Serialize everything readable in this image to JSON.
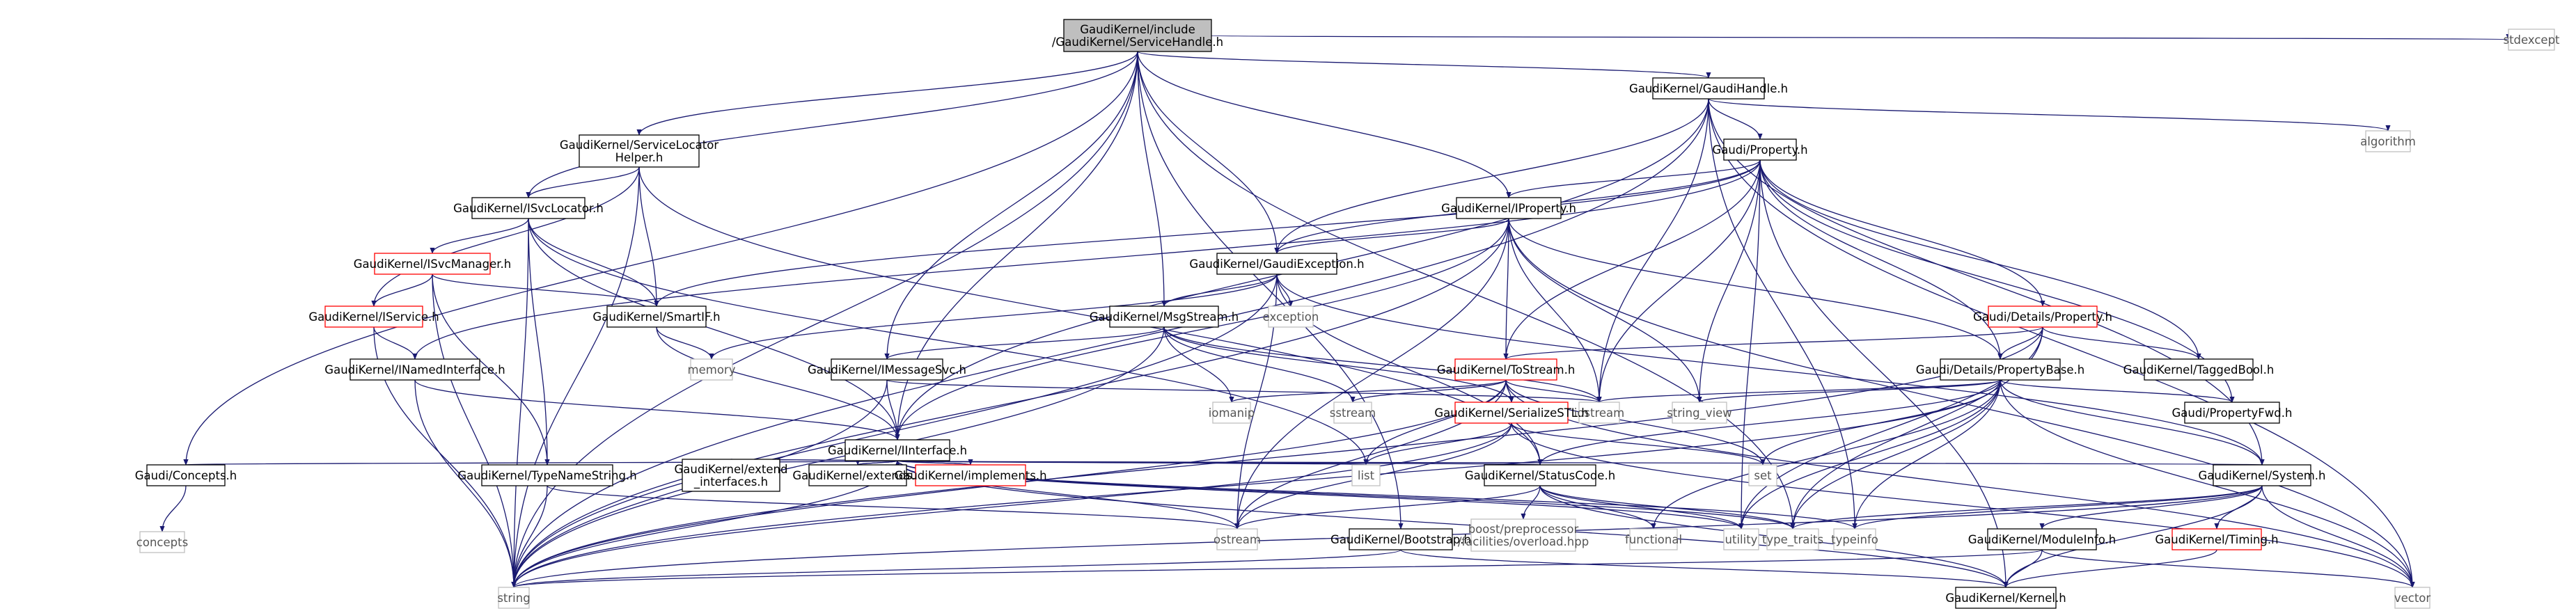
{
  "graph": {
    "nodes": [
      {
        "id": "root",
        "lines": [
          "GaudiKernel/include",
          "/GaudiKernel/ServiceHandle.h"
        ],
        "style": "root"
      },
      {
        "id": "stdexcept",
        "lines": [
          "stdexcept"
        ],
        "style": "sys"
      },
      {
        "id": "gaudihandle",
        "lines": [
          "GaudiKernel/GaudiHandle.h"
        ],
        "style": "normal"
      },
      {
        "id": "algorithm",
        "lines": [
          "algorithm"
        ],
        "style": "sys"
      },
      {
        "id": "svclocatorhelper",
        "lines": [
          "GaudiKernel/ServiceLocator",
          "Helper.h"
        ],
        "style": "normal"
      },
      {
        "id": "property",
        "lines": [
          "Gaudi/Property.h"
        ],
        "style": "normal"
      },
      {
        "id": "isvclocator",
        "lines": [
          "GaudiKernel/ISvcLocator.h"
        ],
        "style": "normal"
      },
      {
        "id": "iproperty",
        "lines": [
          "GaudiKernel/IProperty.h"
        ],
        "style": "normal"
      },
      {
        "id": "isvcmanager",
        "lines": [
          "GaudiKernel/ISvcManager.h"
        ],
        "style": "red"
      },
      {
        "id": "gaudiexception",
        "lines": [
          "GaudiKernel/GaudiException.h"
        ],
        "style": "normal"
      },
      {
        "id": "iservice",
        "lines": [
          "GaudiKernel/IService.h"
        ],
        "style": "red"
      },
      {
        "id": "smartif",
        "lines": [
          "GaudiKernel/SmartIF.h"
        ],
        "style": "normal"
      },
      {
        "id": "exception",
        "lines": [
          "exception"
        ],
        "style": "sys"
      },
      {
        "id": "msgstream",
        "lines": [
          "GaudiKernel/MsgStream.h"
        ],
        "style": "normal"
      },
      {
        "id": "detailsproperty",
        "lines": [
          "Gaudi/Details/Property.h"
        ],
        "style": "red"
      },
      {
        "id": "memory",
        "lines": [
          "memory"
        ],
        "style": "sys"
      },
      {
        "id": "tostream",
        "lines": [
          "GaudiKernel/ToStream.h"
        ],
        "style": "red"
      },
      {
        "id": "propertybase",
        "lines": [
          "Gaudi/Details/PropertyBase.h"
        ],
        "style": "normal"
      },
      {
        "id": "taggedbool",
        "lines": [
          "GaudiKernel/TaggedBool.h"
        ],
        "style": "normal"
      },
      {
        "id": "inamedinterface",
        "lines": [
          "GaudiKernel/INamedInterface.h"
        ],
        "style": "normal"
      },
      {
        "id": "imessagesvc",
        "lines": [
          "GaudiKernel/IMessageSvc.h"
        ],
        "style": "normal"
      },
      {
        "id": "iomanip",
        "lines": [
          "iomanip"
        ],
        "style": "sys"
      },
      {
        "id": "sstream",
        "lines": [
          "sstream"
        ],
        "style": "sys"
      },
      {
        "id": "iostream",
        "lines": [
          "iostream"
        ],
        "style": "sys"
      },
      {
        "id": "stringview",
        "lines": [
          "string_view"
        ],
        "style": "sys"
      },
      {
        "id": "serializestl",
        "lines": [
          "GaudiKernel/SerializeSTL.h"
        ],
        "style": "red"
      },
      {
        "id": "propertyfwd",
        "lines": [
          "Gaudi/PropertyFwd.h"
        ],
        "style": "normal"
      },
      {
        "id": "iinterface",
        "lines": [
          "GaudiKernel/IInterface.h"
        ],
        "style": "normal"
      },
      {
        "id": "concepts_h",
        "lines": [
          "Gaudi/Concepts.h"
        ],
        "style": "normal"
      },
      {
        "id": "typenamestring",
        "lines": [
          "GaudiKernel/TypeNameString.h"
        ],
        "style": "normal"
      },
      {
        "id": "extend_interfaces",
        "lines": [
          "GaudiKernel/extend",
          "_interfaces.h"
        ],
        "style": "normal"
      },
      {
        "id": "extends",
        "lines": [
          "GaudiKernel/extends.h"
        ],
        "style": "normal"
      },
      {
        "id": "implements",
        "lines": [
          "GaudiKernel/implements.h"
        ],
        "style": "red"
      },
      {
        "id": "list",
        "lines": [
          "list"
        ],
        "style": "sys"
      },
      {
        "id": "statuscode",
        "lines": [
          "GaudiKernel/StatusCode.h"
        ],
        "style": "normal"
      },
      {
        "id": "set",
        "lines": [
          "set"
        ],
        "style": "sys"
      },
      {
        "id": "system",
        "lines": [
          "GaudiKernel/System.h"
        ],
        "style": "normal"
      },
      {
        "id": "concepts",
        "lines": [
          "concepts"
        ],
        "style": "sys"
      },
      {
        "id": "bootstrap",
        "lines": [
          "GaudiKernel/Bootstrap.h"
        ],
        "style": "normal"
      },
      {
        "id": "boostpp",
        "lines": [
          "boost/preprocessor",
          "/facilities/overload.hpp"
        ],
        "style": "sys"
      },
      {
        "id": "functional",
        "lines": [
          "functional"
        ],
        "style": "sys"
      },
      {
        "id": "utility",
        "lines": [
          "utility"
        ],
        "style": "sys"
      },
      {
        "id": "typetraits",
        "lines": [
          "type_traits"
        ],
        "style": "sys"
      },
      {
        "id": "typeinfo",
        "lines": [
          "typeinfo"
        ],
        "style": "sys"
      },
      {
        "id": "moduleinfo",
        "lines": [
          "GaudiKernel/ModuleInfo.h"
        ],
        "style": "normal"
      },
      {
        "id": "timing",
        "lines": [
          "GaudiKernel/Timing.h"
        ],
        "style": "red"
      },
      {
        "id": "ostream",
        "lines": [
          "ostream"
        ],
        "style": "sys"
      },
      {
        "id": "kernel",
        "lines": [
          "GaudiKernel/Kernel.h"
        ],
        "style": "normal"
      },
      {
        "id": "string",
        "lines": [
          "string"
        ],
        "style": "sys"
      },
      {
        "id": "vector",
        "lines": [
          "vector"
        ],
        "style": "sys"
      }
    ],
    "edges": [
      [
        "root",
        "stdexcept"
      ],
      [
        "root",
        "gaudihandle"
      ],
      [
        "root",
        "svclocatorhelper"
      ],
      [
        "root",
        "isvclocator"
      ],
      [
        "root",
        "iproperty"
      ],
      [
        "root",
        "gaudiexception"
      ],
      [
        "root",
        "msgstream"
      ],
      [
        "root",
        "imessagesvc"
      ],
      [
        "root",
        "iinterface"
      ],
      [
        "root",
        "concepts_h"
      ],
      [
        "root",
        "string"
      ],
      [
        "root",
        "typetraits"
      ],
      [
        "root",
        "bootstrap"
      ],
      [
        "gaudihandle",
        "algorithm"
      ],
      [
        "gaudihandle",
        "property"
      ],
      [
        "gaudihandle",
        "gaudiexception"
      ],
      [
        "gaudihandle",
        "iinterface"
      ],
      [
        "gaudihandle",
        "system"
      ],
      [
        "gaudihandle",
        "iostream"
      ],
      [
        "gaudihandle",
        "string"
      ],
      [
        "gaudihandle",
        "vector"
      ],
      [
        "gaudihandle",
        "typeinfo"
      ],
      [
        "svclocatorhelper",
        "isvclocator"
      ],
      [
        "svclocatorhelper",
        "smartif"
      ],
      [
        "svclocatorhelper",
        "iservice"
      ],
      [
        "svclocatorhelper",
        "string"
      ],
      [
        "svclocatorhelper",
        "statuscode"
      ],
      [
        "property",
        "iproperty"
      ],
      [
        "property",
        "gaudiexception"
      ],
      [
        "property",
        "detailsproperty"
      ],
      [
        "property",
        "propertybase"
      ],
      [
        "property",
        "tostream"
      ],
      [
        "property",
        "taggedbool"
      ],
      [
        "property",
        "propertyfwd"
      ],
      [
        "property",
        "smartif"
      ],
      [
        "property",
        "stringview"
      ],
      [
        "property",
        "kernel"
      ],
      [
        "property",
        "iostream"
      ],
      [
        "property",
        "utility"
      ],
      [
        "property",
        "inamedinterface"
      ],
      [
        "isvclocator",
        "isvcmanager"
      ],
      [
        "isvclocator",
        "smartif"
      ],
      [
        "isvclocator",
        "iinterface"
      ],
      [
        "isvclocator",
        "typenamestring"
      ],
      [
        "isvclocator",
        "string"
      ],
      [
        "isvclocator",
        "list"
      ],
      [
        "iproperty",
        "gaudiexception"
      ],
      [
        "iproperty",
        "tostream"
      ],
      [
        "iproperty",
        "iinterface"
      ],
      [
        "iproperty",
        "stringview"
      ],
      [
        "iproperty",
        "iostream"
      ],
      [
        "iproperty",
        "vector"
      ],
      [
        "iproperty",
        "propertybase"
      ],
      [
        "iproperty",
        "string"
      ],
      [
        "iproperty",
        "ostream"
      ],
      [
        "isvcmanager",
        "iservice"
      ],
      [
        "isvcmanager",
        "smartif"
      ],
      [
        "isvcmanager",
        "typenamestring"
      ],
      [
        "isvcmanager",
        "string"
      ],
      [
        "gaudiexception",
        "msgstream"
      ],
      [
        "gaudiexception",
        "exception"
      ],
      [
        "gaudiexception",
        "string"
      ],
      [
        "gaudiexception",
        "statuscode"
      ],
      [
        "gaudiexception",
        "memory"
      ],
      [
        "gaudiexception",
        "ostream"
      ],
      [
        "gaudiexception",
        "system"
      ],
      [
        "iservice",
        "inamedinterface"
      ],
      [
        "iservice",
        "string"
      ],
      [
        "smartif",
        "iinterface"
      ],
      [
        "smartif",
        "memory"
      ],
      [
        "msgstream",
        "imessagesvc"
      ],
      [
        "msgstream",
        "serializestl"
      ],
      [
        "msgstream",
        "iomanip"
      ],
      [
        "msgstream",
        "sstream"
      ],
      [
        "msgstream",
        "string"
      ],
      [
        "msgstream",
        "iostream"
      ],
      [
        "detailsproperty",
        "tostream"
      ],
      [
        "detailsproperty",
        "propertybase"
      ],
      [
        "detailsproperty",
        "taggedbool"
      ],
      [
        "detailsproperty",
        "typetraits"
      ],
      [
        "detailsproperty",
        "string"
      ],
      [
        "detailsproperty",
        "utility"
      ],
      [
        "tostream",
        "serializestl"
      ],
      [
        "tostream",
        "iomanip"
      ],
      [
        "tostream",
        "sstream"
      ],
      [
        "tostream",
        "iostream"
      ],
      [
        "tostream",
        "list"
      ],
      [
        "tostream",
        "set"
      ],
      [
        "tostream",
        "vector"
      ],
      [
        "tostream",
        "string"
      ],
      [
        "tostream",
        "ostream"
      ],
      [
        "propertybase",
        "propertyfwd"
      ],
      [
        "propertybase",
        "stringview"
      ],
      [
        "propertybase",
        "iostream"
      ],
      [
        "propertybase",
        "statuscode"
      ],
      [
        "propertybase",
        "system"
      ],
      [
        "propertybase",
        "set"
      ],
      [
        "propertybase",
        "typeinfo"
      ],
      [
        "propertybase",
        "typetraits"
      ],
      [
        "propertybase",
        "string"
      ],
      [
        "propertybase",
        "functional"
      ],
      [
        "propertybase",
        "vector"
      ],
      [
        "propertybase",
        "utility"
      ],
      [
        "inamedinterface",
        "iinterface"
      ],
      [
        "inamedinterface",
        "string"
      ],
      [
        "imessagesvc",
        "iinterface"
      ],
      [
        "imessagesvc",
        "iostream"
      ],
      [
        "imessagesvc",
        "string"
      ],
      [
        "serializestl",
        "list"
      ],
      [
        "serializestl",
        "ostream"
      ],
      [
        "serializestl",
        "set"
      ],
      [
        "serializestl",
        "vector"
      ],
      [
        "serializestl",
        "string"
      ],
      [
        "iinterface",
        "concepts_h"
      ],
      [
        "iinterface",
        "statuscode"
      ],
      [
        "iinterface",
        "kernel"
      ],
      [
        "iinterface",
        "system"
      ],
      [
        "iinterface",
        "typeinfo"
      ],
      [
        "iinterface",
        "ostream"
      ],
      [
        "iinterface",
        "string"
      ],
      [
        "iinterface",
        "extend_interfaces"
      ],
      [
        "iinterface",
        "extends"
      ],
      [
        "iinterface",
        "implements"
      ],
      [
        "iinterface",
        "typetraits"
      ],
      [
        "iinterface",
        "utility"
      ],
      [
        "iinterface",
        "list"
      ],
      [
        "extend_interfaces",
        "iinterface"
      ],
      [
        "extends",
        "iinterface"
      ],
      [
        "implements",
        "iinterface"
      ],
      [
        "concepts_h",
        "concepts"
      ],
      [
        "typenamestring",
        "string"
      ],
      [
        "typenamestring",
        "ostream"
      ],
      [
        "statuscode",
        "boostpp"
      ],
      [
        "statuscode",
        "functional"
      ],
      [
        "statuscode",
        "utility"
      ],
      [
        "statuscode",
        "ostream"
      ],
      [
        "statuscode",
        "kernel"
      ],
      [
        "statuscode",
        "typetraits"
      ],
      [
        "bootstrap",
        "string"
      ],
      [
        "bootstrap",
        "kernel"
      ],
      [
        "system",
        "moduleinfo"
      ],
      [
        "system",
        "timing"
      ],
      [
        "system",
        "kernel"
      ],
      [
        "system",
        "typeinfo"
      ],
      [
        "system",
        "vector"
      ],
      [
        "system",
        "string"
      ],
      [
        "system",
        "typetraits"
      ],
      [
        "moduleinfo",
        "kernel"
      ],
      [
        "moduleinfo",
        "string"
      ],
      [
        "moduleinfo",
        "vector"
      ],
      [
        "timing",
        "kernel"
      ]
    ]
  }
}
